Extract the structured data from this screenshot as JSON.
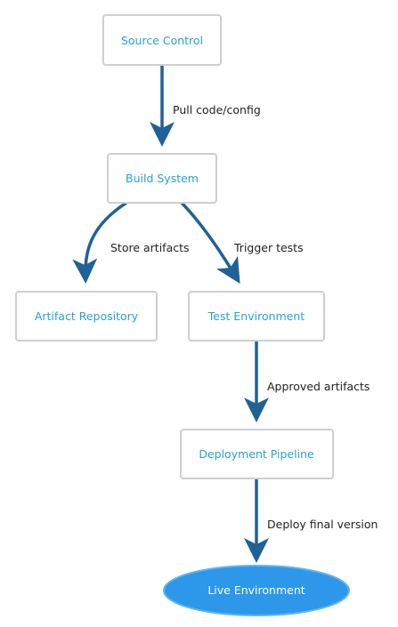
{
  "nodes": {
    "source_control": "Source Control",
    "build_system": "Build System",
    "artifact_repository": "Artifact Repository",
    "test_environment": "Test Environment",
    "deployment_pipeline": "Deployment Pipeline",
    "live_environment": "Live Environment"
  },
  "edges": {
    "pull": "Pull code/config",
    "store": "Store artifacts",
    "trigger": "Trigger tests",
    "approved": "Approved artifacts",
    "deploy": "Deploy final version"
  },
  "colors": {
    "node_text": "#2a9fd8",
    "node_border": "#cfcfcf",
    "edge": "#1f6296",
    "live_fill": "#2d97ea"
  }
}
